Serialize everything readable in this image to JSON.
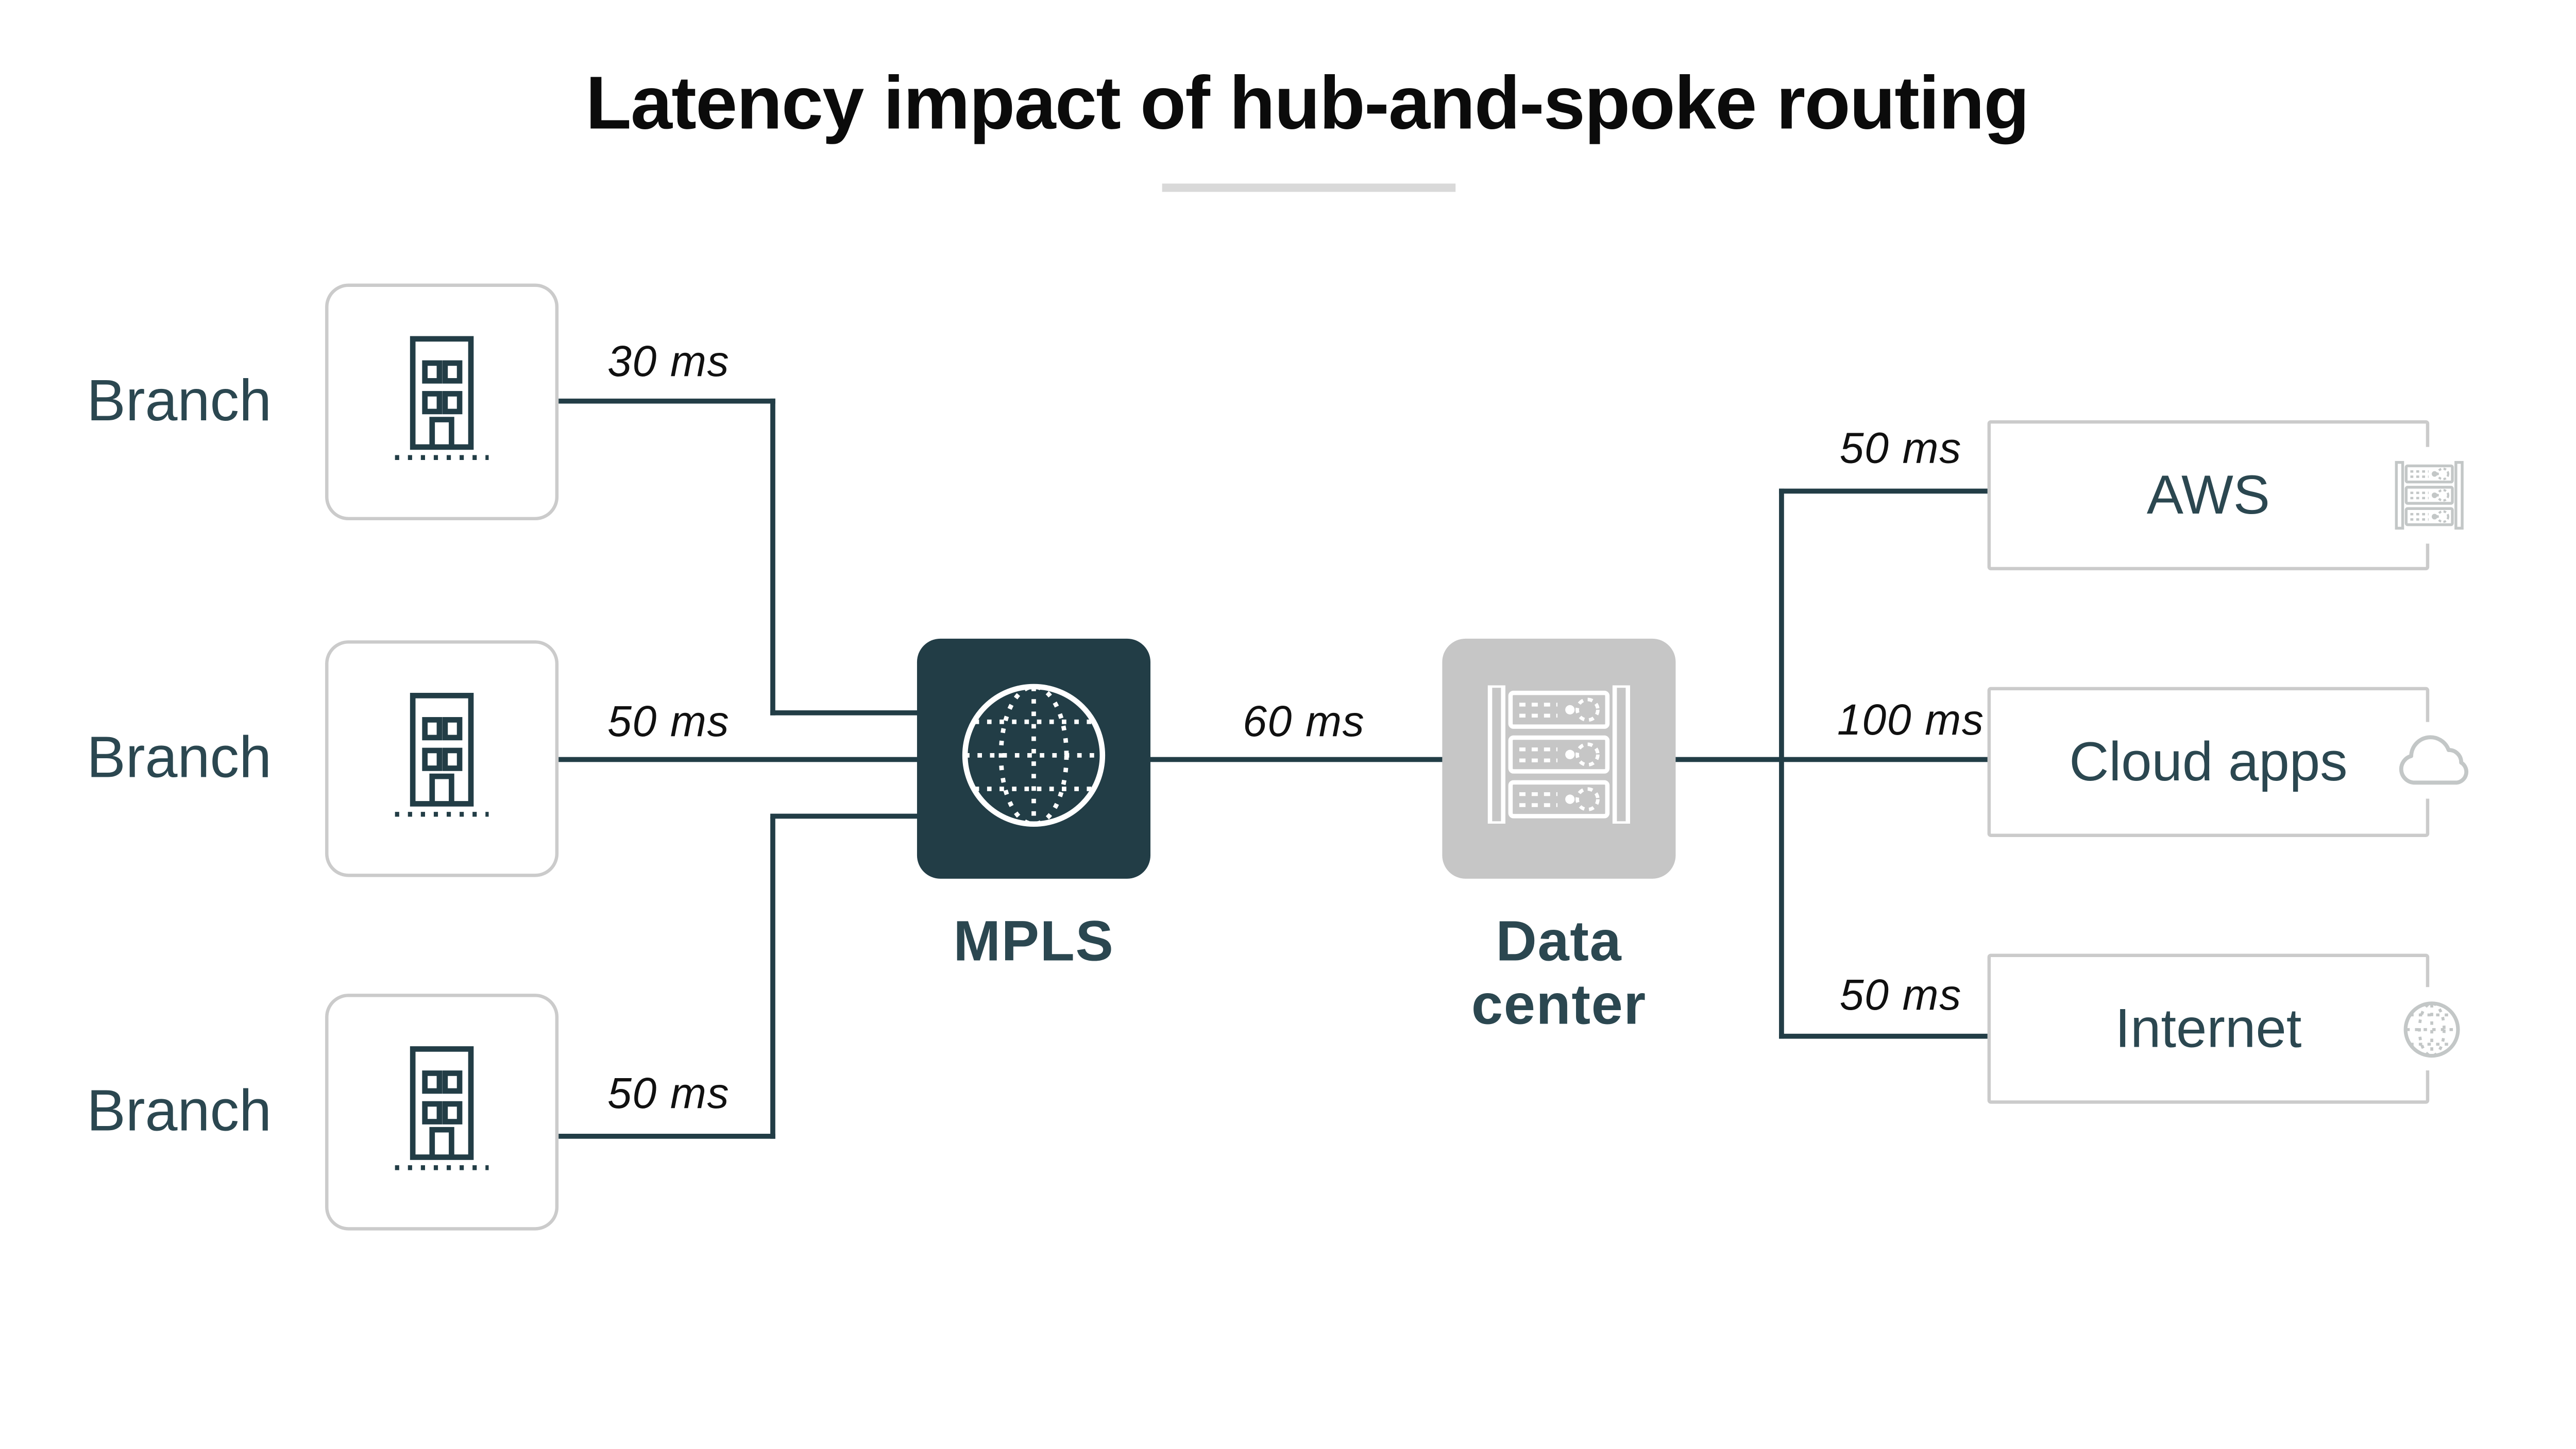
{
  "title": {
    "text": "Latency impact of hub-and-spoke routing"
  },
  "colors": {
    "ink": "#223d46",
    "node_text": "#2b4750",
    "title_text": "#0b0b0b",
    "latency_text": "#101010",
    "hub_fill": "#223d46",
    "data_center_fill": "#c6c6c6",
    "card_border": "#cbcbcb",
    "icon_gray": "#c3c7c7",
    "underline": "#d9d9d9",
    "background": "#ffffff"
  },
  "branches": [
    {
      "label": "Branch",
      "icon": "building-icon",
      "latency_to_hub": "30 ms"
    },
    {
      "label": "Branch",
      "icon": "building-icon",
      "latency_to_hub": "50 ms"
    },
    {
      "label": "Branch",
      "icon": "building-icon",
      "latency_to_hub": "50 ms"
    }
  ],
  "hub": {
    "label": "MPLS",
    "icon": "globe-icon"
  },
  "hub_to_data_center": {
    "latency": "60 ms"
  },
  "data_center": {
    "label": "Data center",
    "icon": "server-rack-icon"
  },
  "destinations": [
    {
      "label": "AWS",
      "icon": "server-rack-icon",
      "latency_from_data_center": "50 ms"
    },
    {
      "label": "Cloud apps",
      "icon": "cloud-icon",
      "latency_from_data_center": "100 ms"
    },
    {
      "label": "Internet",
      "icon": "globe-icon",
      "latency_from_data_center": "50 ms"
    }
  ]
}
